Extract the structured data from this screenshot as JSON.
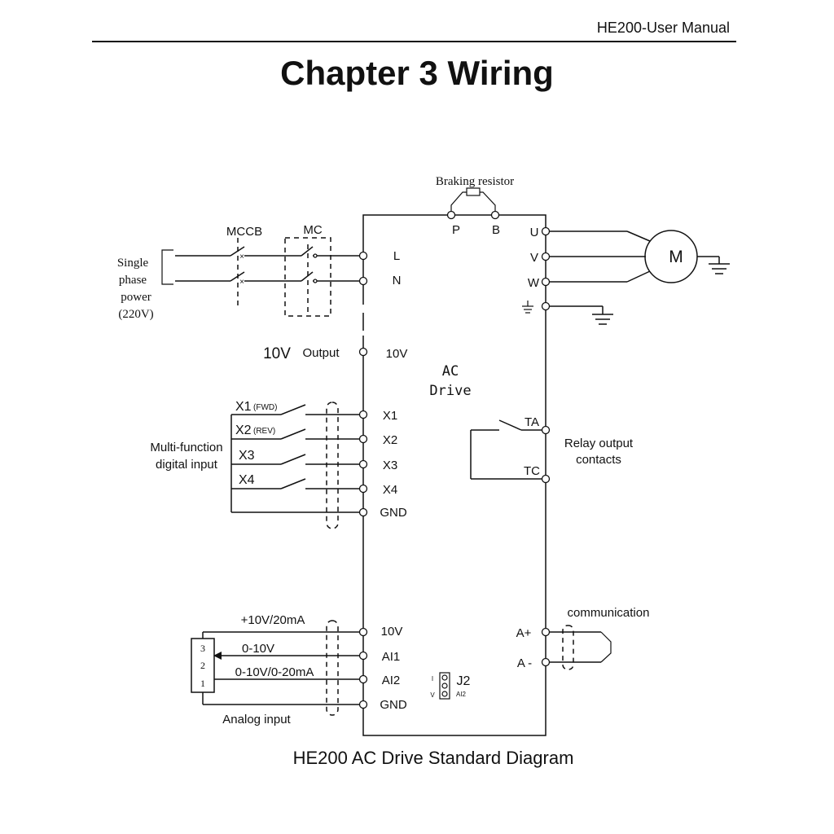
{
  "header": {
    "text": "HE200-User Manual"
  },
  "chapter_title": "Chapter 3  Wiring",
  "caption": "HE200 AC Drive Standard Diagram",
  "diagram": {
    "braking_resistor": "Braking resistor",
    "p_label": "P",
    "b_label": "B",
    "mccb": "MCCB",
    "mc": "MC",
    "power_line1": "Single",
    "power_line2": "phase",
    "power_line3": "power",
    "power_line4": "(220V)",
    "l_label": "L",
    "n_label": "N",
    "u_label": "U",
    "v_label": "V",
    "w_label": "W",
    "motor": "M",
    "output_10v_big": "10V",
    "output_label": "Output",
    "term_10v": "10V",
    "drive_line1": "AC",
    "drive_line2": "Drive",
    "x1_ext": "X1",
    "x1_ext_sub": "(FWD)",
    "x2_ext": "X2",
    "x2_ext_sub": "(REV)",
    "x3_ext": "X3",
    "x4_ext": "X4",
    "multi_line1": "Multi-function",
    "multi_line2": "digital input",
    "term_x1": "X1",
    "term_x2": "X2",
    "term_x3": "X3",
    "term_x4": "X4",
    "term_gnd": "GND",
    "ta_label": "TA",
    "tc_label": "TC",
    "relay_line1": "Relay output",
    "relay_line2": "contacts",
    "communication": "communication",
    "a_plus": "A+",
    "a_minus": "A -",
    "ref_10v_20ma": "+10V/20mA",
    "ref_0_10v": "0-10V",
    "ref_0_10v_20ma": "0-10V/0-20mA",
    "term_10v_b": "10V",
    "term_ai1": "AI1",
    "term_ai2": "AI2",
    "term_gnd_b": "GND",
    "pot_3": "3",
    "pot_2": "2",
    "pot_1": "1",
    "analog_input": "Analog input",
    "j2_label": "J2",
    "j2_sub": "AI2",
    "j2_i": "I",
    "j2_v": "V"
  }
}
